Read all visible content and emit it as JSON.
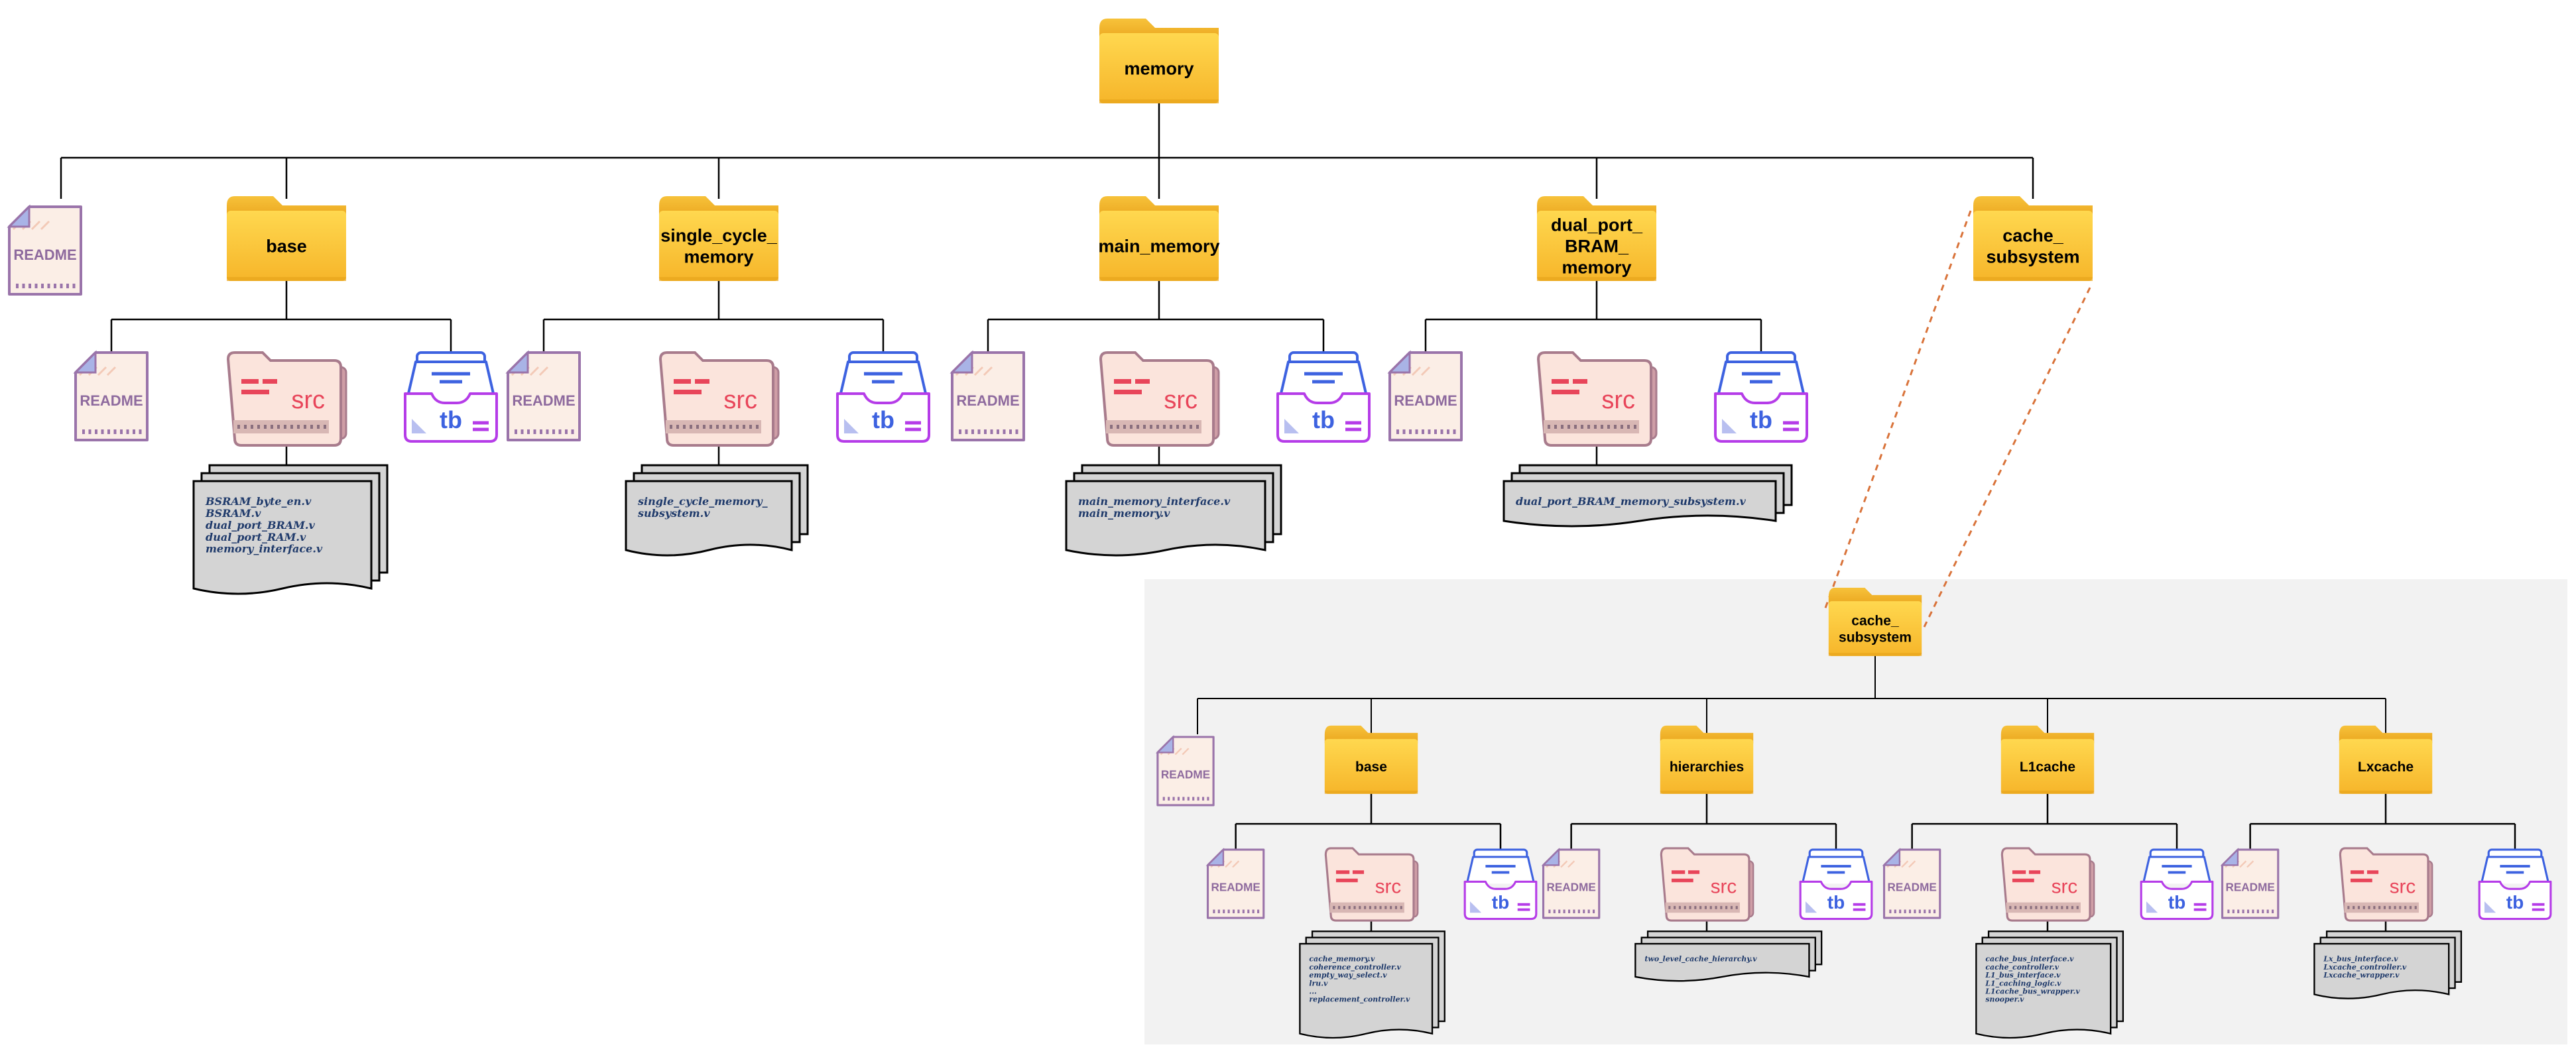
{
  "colors": {
    "folder_top": "#ffd34d",
    "folder_bottom": "#f5b82a",
    "readme_stroke": "#9a74aa",
    "readme_fill": "#fbeee6",
    "src_fill": "#fbe4dc",
    "src_stroke": "#a87b8c",
    "src_text": "#e8455a",
    "tb_blue": "#3d62e0",
    "tb_purple": "#b53ce8",
    "files_fill": "#d4d4d4",
    "panel_fill": "#f2f2f2",
    "dashed_link": "#d9733a"
  },
  "root": {
    "label": "memory"
  },
  "top": {
    "readme_label": "README",
    "folders": [
      {
        "label": "base",
        "readme": "README",
        "src": "src",
        "tb": "tb",
        "files": [
          "BSRAM_byte_en.v",
          "BSRAM.v",
          "dual_port_BRAM.v",
          "dual_port_RAM.v",
          "memory_interface.v"
        ]
      },
      {
        "label": "single_cycle_\nmemory",
        "readme": "README",
        "src": "src",
        "tb": "tb",
        "files": [
          "single_cycle_memory_",
          "subsystem.v"
        ]
      },
      {
        "label": "main_memory",
        "readme": "README",
        "src": "src",
        "tb": "tb",
        "files": [
          "main_memory_interface.v",
          "main_memory.v"
        ]
      },
      {
        "label": "dual_port_\nBRAM_\nmemory",
        "readme": "README",
        "src": "src",
        "tb": "tb",
        "files": [
          "dual_port_BRAM_memory_subsystem.v"
        ]
      }
    ],
    "cache_folder": {
      "label": "cache_\nsubsystem"
    }
  },
  "cache": {
    "label": "cache_\nsubsystem",
    "readme_label": "README",
    "folders": [
      {
        "label": "base",
        "readme": "README",
        "src": "src",
        "tb": "tb",
        "files": [
          "cache_memory.v",
          "coherence_controller.v",
          "empty_way_select.v",
          "lru.v",
          "...",
          "replacement_controller.v"
        ]
      },
      {
        "label": "hierarchies",
        "readme": "README",
        "src": "src",
        "tb": "tb",
        "files": [
          "two_level_cache_hierarchy.v"
        ]
      },
      {
        "label": "L1cache",
        "readme": "README",
        "src": "src",
        "tb": "tb",
        "files": [
          "cache_bus_interface.v",
          "cache_controller.v",
          "L1_bus_interface.v",
          "L1_caching_logic.v",
          "L1cache_bus_wrapper.v",
          "snooper.v"
        ]
      },
      {
        "label": "Lxcache",
        "readme": "README",
        "src": "src",
        "tb": "tb",
        "files": [
          "Lx_bus_interface.v",
          "Lxcache_controller.v",
          "Lxcache_wrapper.v"
        ]
      }
    ]
  }
}
